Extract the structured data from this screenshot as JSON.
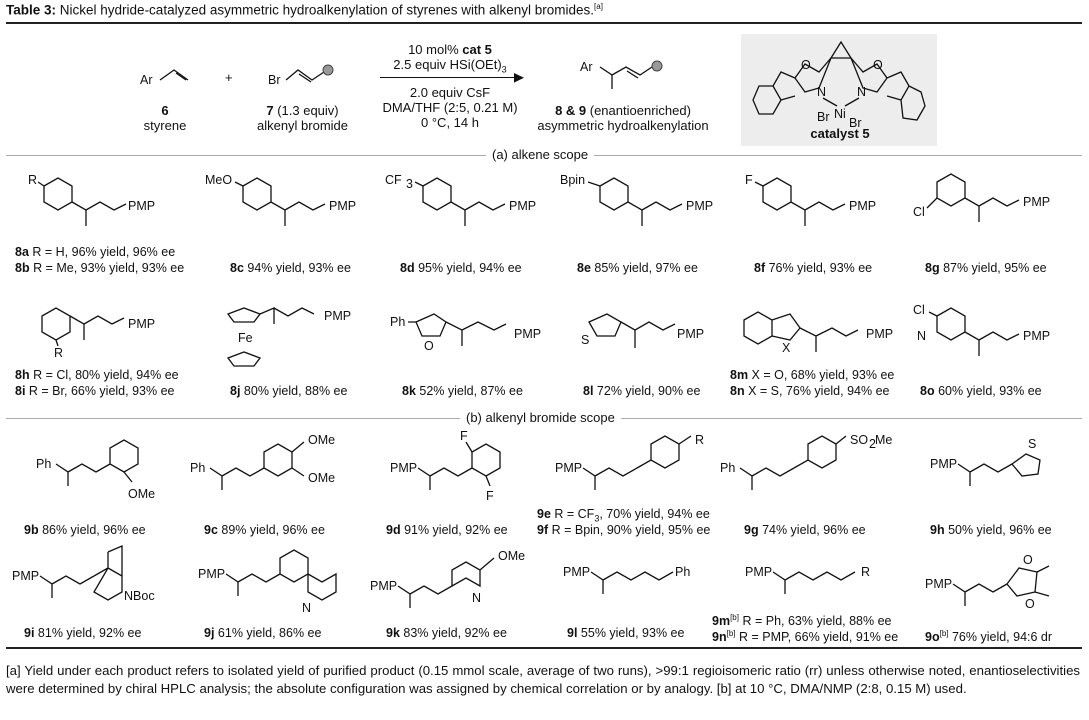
{
  "table": {
    "title_bold": "Table 3:",
    "title": "Nickel hydride-catalyzed asymmetric hydroalkenylation of styrenes with alkenyl bromides.",
    "title_note": "[a]"
  },
  "scheme": {
    "reactant1": {
      "num": "6",
      "name": "styrene",
      "ar": "Ar"
    },
    "plus": "+",
    "reactant2": {
      "num": "7",
      "equiv": " (1.3 equiv)",
      "name": "alkenyl bromide",
      "br": "Br"
    },
    "conditions": {
      "line1_num": "10 mol% ",
      "line1_cat": "cat 5",
      "line2": "2.5 equiv HSi(OEt)",
      "line2_sub": "3",
      "line3": "2.0 equiv CsF",
      "line4": "DMA/THF (2:5, 0.21 M)",
      "line5": "0 °C, 14 h"
    },
    "product": {
      "num": "8 & 9",
      "desc": " (enantioenriched)",
      "name": "asymmetric hydroalkenylation",
      "ar": "Ar"
    },
    "catalyst": {
      "label": "catalyst 5",
      "ni": "Ni",
      "br1": "Br",
      "br2": "Br",
      "n1": "N",
      "n2": "N",
      "o1": "O",
      "o2": "O"
    }
  },
  "sections": {
    "a": "(a) alkene scope",
    "b": "(b) alkenyl bromide scope"
  },
  "atoms": {
    "pmp": "PMP",
    "r": "R",
    "meo": "MeO",
    "cf3": "CF",
    "cf3_sub": "3",
    "bpin": "Bpin",
    "f": "F",
    "cl": "Cl",
    "fe": "Fe",
    "ph": "Ph",
    "o": "O",
    "s": "S",
    "x": "X",
    "n": "N",
    "ome": "OMe",
    "so2me": "SO",
    "so2me_sub": "2",
    "so2me_end": "Me",
    "nboc": "NBoc"
  },
  "row1": [
    {
      "id": "8a",
      "text": " R = H, 96% yield, 96% ee"
    },
    {
      "id": "8b",
      "text": " R = Me, 93% yield, 93% ee"
    },
    {
      "id": "8c",
      "text": " 94% yield, 93% ee"
    },
    {
      "id": "8d",
      "text": " 95% yield, 94% ee"
    },
    {
      "id": "8e",
      "text": " 85% yield, 97% ee"
    },
    {
      "id": "8f",
      "text": " 76% yield, 93% ee"
    },
    {
      "id": "8g",
      "text": " 87% yield, 95% ee"
    }
  ],
  "row2": [
    {
      "id": "8h",
      "text": " R = Cl, 80% yield, 94% ee"
    },
    {
      "id": "8i",
      "text": " R = Br, 66% yield, 93% ee"
    },
    {
      "id": "8j",
      "text": " 80% yield, 88% ee"
    },
    {
      "id": "8k",
      "text": " 52% yield, 87% ee"
    },
    {
      "id": "8l",
      "text": " 72% yield, 90% ee"
    },
    {
      "id": "8m",
      "text": " X = O, 68% yield, 93% ee"
    },
    {
      "id": "8n",
      "text": " X = S, 76% yield, 94% ee"
    },
    {
      "id": "8o",
      "text": " 60% yield, 93% ee"
    }
  ],
  "row3": [
    {
      "id": "9b",
      "text": " 86% yield, 96% ee"
    },
    {
      "id": "9c",
      "text": " 89% yield, 96% ee"
    },
    {
      "id": "9d",
      "text": " 91% yield, 92% ee"
    },
    {
      "id": "9e",
      "text": " R = CF",
      "sub": "3",
      "end": ", 70% yield, 94% ee"
    },
    {
      "id": "9f",
      "text": " R = Bpin, 90% yield, 95% ee"
    },
    {
      "id": "9g",
      "text": " 74% yield, 96% ee"
    },
    {
      "id": "9h",
      "text": " 50% yield, 96% ee"
    }
  ],
  "row4": [
    {
      "id": "9i",
      "text": " 81% yield, 92% ee"
    },
    {
      "id": "9j",
      "text": " 61% yield, 86% ee"
    },
    {
      "id": "9k",
      "text": " 83% yield, 92% ee"
    },
    {
      "id": "9l",
      "text": " 55% yield, 93% ee"
    },
    {
      "id": "9m",
      "sup": "[b]",
      "text": " R = Ph, 63% yield, 88% ee"
    },
    {
      "id": "9n",
      "sup": "[b]",
      "text": " R = PMP, 66% yield, 91% ee"
    },
    {
      "id": "9o",
      "sup": "[b]",
      "text": " 76% yield, 94:6 dr"
    }
  ],
  "footnote": "[a] Yield under each product refers to isolated yield of purified product (0.15 mmol scale, average of two runs), >99:1 regioisomeric ratio (rr) unless otherwise noted, enantioselectivities were determined by chiral HPLC analysis; the absolute configuration was assigned by chemical correlation or by analogy. [b] at 10 °C, DMA/NMP (2:8, 0.15 M) used."
}
